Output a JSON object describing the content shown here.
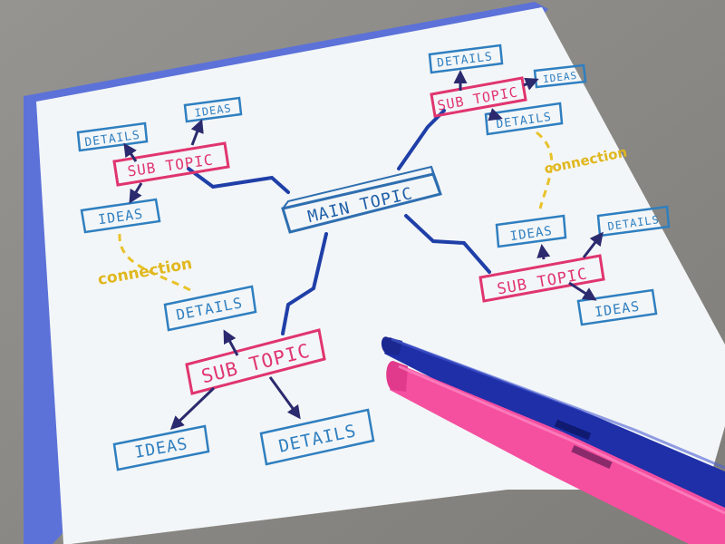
{
  "colors": {
    "table": "#8d8b86",
    "paper": "#f3f6f8",
    "backing_paper": "#5c72d8",
    "details_blue": "#2f7fc0",
    "subtopic_pink": "#e0356f",
    "main_blue": "#2f6fb0",
    "branch_navy": "#1f3fa8",
    "arrow_navy": "#2b2a6e",
    "connection_yellow": "#e8c22a",
    "marker_blue": "#1e2fa8",
    "marker_pink": "#f54fa0"
  },
  "mindmap": {
    "main_topic": "MAIN TOPIC",
    "subtopics": [
      {
        "id": "top-left",
        "label": "SUB TOPIC",
        "children": [
          "DETAILS",
          "IDEAS",
          "IDEAS"
        ],
        "connection": "connection"
      },
      {
        "id": "top-right",
        "label": "SUB TOPIC",
        "children": [
          "DETAILS",
          "IDEAS",
          "DETAILS"
        ],
        "connection": "connection"
      },
      {
        "id": "bottom-left",
        "label": "SUB TOPIC",
        "children": [
          "DETAILS",
          "IDEAS",
          "DETAILS"
        ]
      },
      {
        "id": "bottom-right",
        "label": "SUB TOPIC",
        "children": [
          "IDEAS",
          "DETAILS",
          "IDEAS"
        ]
      }
    ]
  }
}
